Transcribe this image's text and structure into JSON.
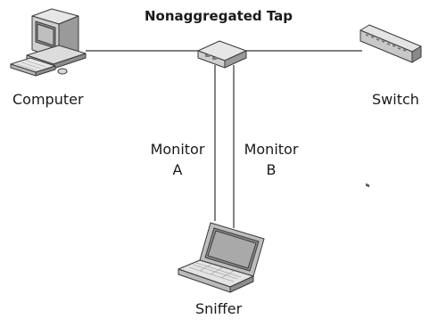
{
  "diagram": {
    "title": "Nonaggregated Tap",
    "nodes": {
      "computer": "Computer",
      "switch": "Switch",
      "sniffer": "Sniffer"
    },
    "links": {
      "monitor_a": [
        "Monitor",
        "A"
      ],
      "monitor_b": [
        "Monitor",
        "B"
      ]
    }
  },
  "colors": {
    "line": "#333333",
    "device_light": "#e6e6e6",
    "device_mid": "#bdbdbd",
    "device_dark": "#7a7a7a",
    "outline": "#3a3a3a"
  }
}
